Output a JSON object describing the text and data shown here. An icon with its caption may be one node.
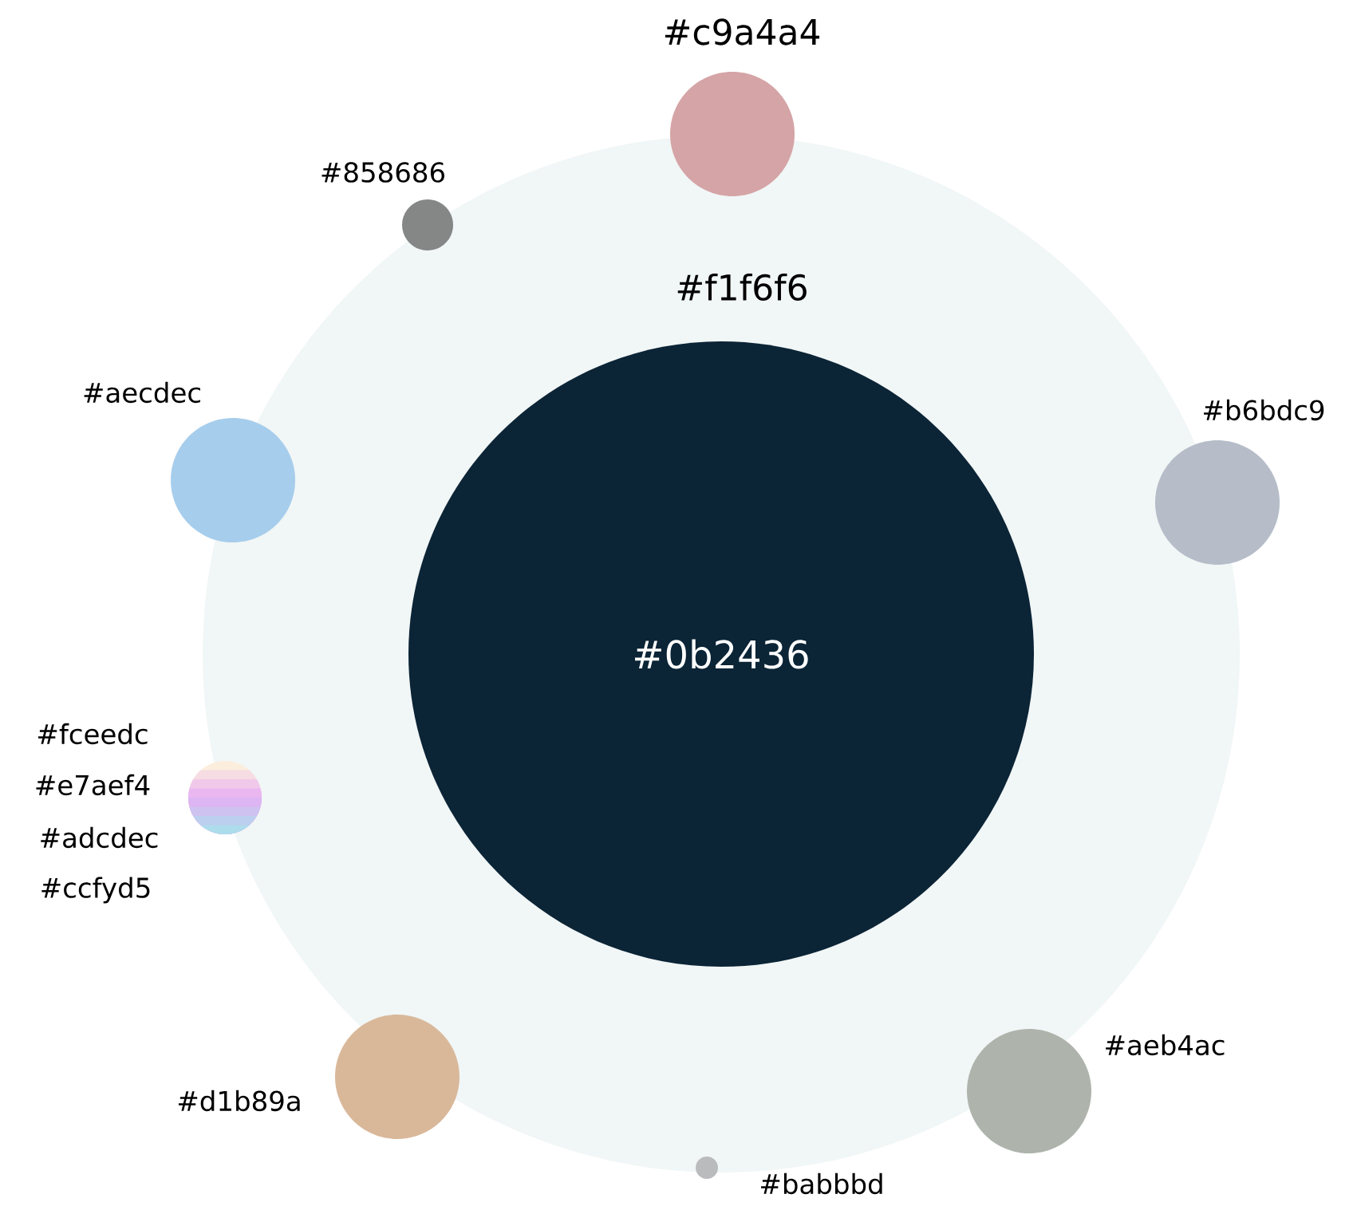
{
  "diagram": {
    "nodes": [
      {
        "text": [
          "#f1f6f6"
        ]
      },
      {
        "text": [
          "#0b2436"
        ],
        "in": 0
      },
      {
        "text": [],
        "shape": "circle",
        "beside": [
          "#c9a4a4"
        ]
      },
      {
        "text": [],
        "shape": "circle",
        "beside": [
          "#858686"
        ]
      },
      {
        "text": [],
        "shape": "circle",
        "beside": [
          "#b6bdc9"
        ]
      },
      {
        "text": [],
        "shape": "circle",
        "beside": [
          "#aecdec"
        ]
      },
      {
        "text": [],
        "shape": "circle",
        "beside": [
          "#fceedc",
          "#e7aef4",
          "#adcdec",
          "#ccfyd5"
        ]
      },
      {
        "text": [],
        "shape": "circle",
        "beside": [
          "#aeb4ac"
        ]
      },
      {
        "text": [],
        "shape": "circle",
        "beside": [
          "#d1b89a"
        ]
      },
      {
        "text": [],
        "shape": "circle",
        "beside": [
          "#babbbd"
        ]
      }
    ]
  }
}
